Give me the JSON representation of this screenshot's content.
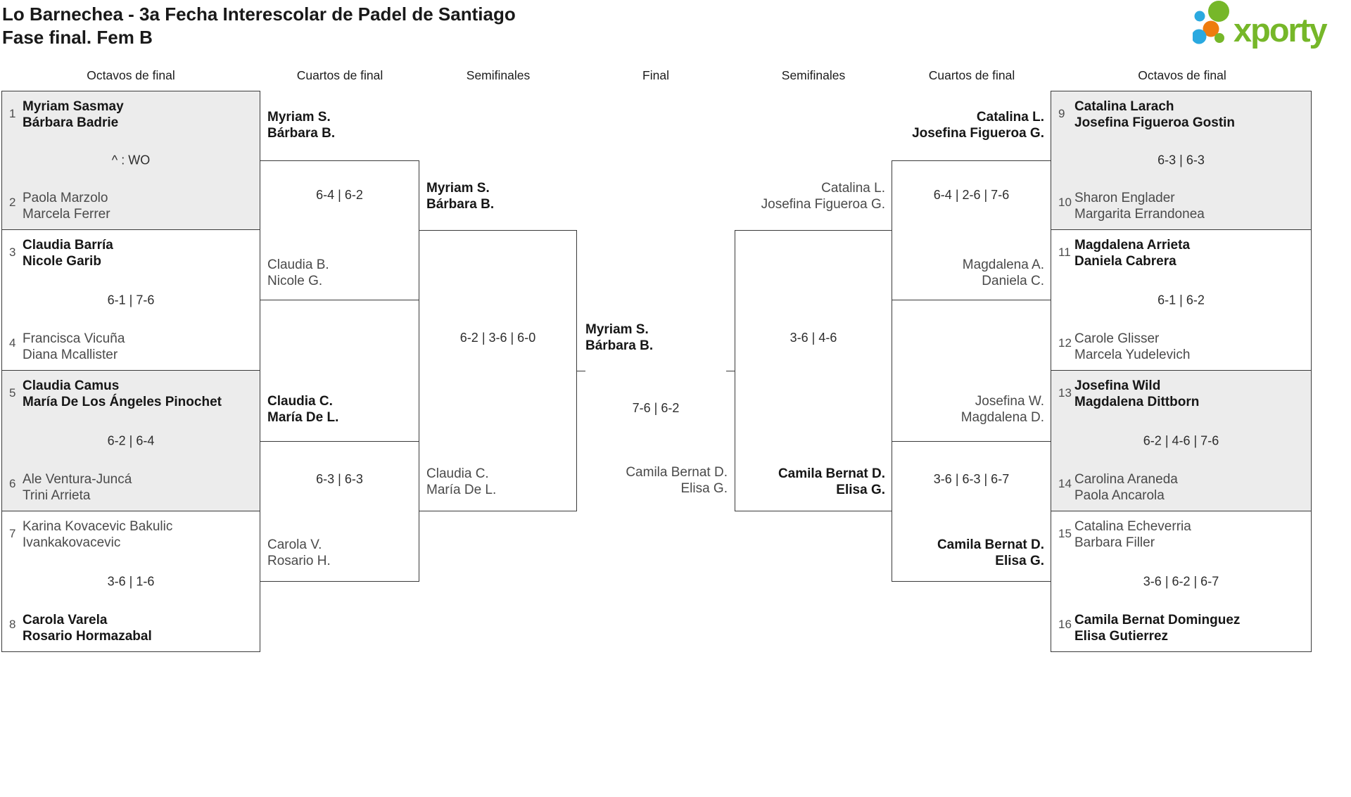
{
  "page": {
    "title_line1": "Lo Barnechea - 3a Fecha Interescolar de Padel de Santiago",
    "title_line2": "Fase final. Fem B"
  },
  "logo": {
    "text": "xporty",
    "green": "#76b729",
    "blue": "#2aa9e0",
    "orange": "#ee7c0e"
  },
  "round_headers": [
    "Octavos de final",
    "Cuartos de final",
    "Semifinales",
    "Final",
    "Semifinales",
    "Cuartos de final",
    "Octavos de final"
  ],
  "octavos_left": [
    {
      "top": {
        "seed": "1",
        "line1": "Myriam Sasmay",
        "line2": "Bárbara Badrie"
      },
      "score": "^ : WO",
      "bottom": {
        "seed": "2",
        "line1": "Paola Marzolo",
        "line2": "Marcela Ferrer"
      }
    },
    {
      "top": {
        "seed": "3",
        "line1": "Claudia Barría",
        "line2": "Nicole Garib"
      },
      "score": "6-1 | 7-6",
      "bottom": {
        "seed": "4",
        "line1": "Francisca Vicuña",
        "line2": "Diana Mcallister"
      }
    },
    {
      "top": {
        "seed": "5",
        "line1": "Claudia Camus",
        "line2": "María De Los Ángeles Pinochet"
      },
      "score": "6-2 | 6-4",
      "bottom": {
        "seed": "6",
        "line1": "Ale Ventura-Juncá",
        "line2": "Trini Arrieta"
      }
    },
    {
      "top": {
        "seed": "7",
        "line1": "Karina Kovacevic Bakulic",
        "line2": "Ivankakovacevic"
      },
      "score": "3-6 | 1-6",
      "bottom": {
        "seed": "8",
        "line1": "Carola Varela",
        "line2": "Rosario Hormazabal"
      }
    }
  ],
  "octavos_right": [
    {
      "top": {
        "seed": "9",
        "line1": "Catalina Larach",
        "line2": "Josefina Figueroa Gostin"
      },
      "score": "6-3 | 6-3",
      "bottom": {
        "seed": "10",
        "line1": "Sharon Englader",
        "line2": "Margarita Errandonea"
      }
    },
    {
      "top": {
        "seed": "11",
        "line1": "Magdalena Arrieta",
        "line2": "Daniela Cabrera"
      },
      "score": "6-1 | 6-2",
      "bottom": {
        "seed": "12",
        "line1": "Carole Glisser",
        "line2": "Marcela Yudelevich"
      }
    },
    {
      "top": {
        "seed": "13",
        "line1": "Josefina Wild",
        "line2": "Magdalena Dittborn"
      },
      "score": "6-2 | 4-6 | 7-6",
      "bottom": {
        "seed": "14",
        "line1": "Carolina Araneda",
        "line2": "Paola Ancarola"
      }
    },
    {
      "top": {
        "seed": "15",
        "line1": "Catalina Echeverria",
        "line2": "Barbara Filler"
      },
      "score": "3-6 | 6-2 | 6-7",
      "bottom": {
        "seed": "16",
        "line1": "Camila Bernat Dominguez",
        "line2": "Elisa Gutierrez"
      }
    }
  ],
  "cuartos_left": [
    {
      "top": {
        "line1": "Myriam S.",
        "line2": "Bárbara B."
      },
      "score": "6-4 | 6-2",
      "bottom": {
        "line1": "Claudia B.",
        "line2": "Nicole G."
      }
    },
    {
      "top": {
        "line1": "Claudia C.",
        "line2": "María De L."
      },
      "score": "6-3 | 6-3",
      "bottom": {
        "line1": "Carola V.",
        "line2": "Rosario H."
      }
    }
  ],
  "cuartos_right": [
    {
      "top": {
        "line1": "Catalina L.",
        "line2": "Josefina Figueroa G."
      },
      "score": "6-4 | 2-6 | 7-6",
      "bottom": {
        "line1": "Magdalena A.",
        "line2": "Daniela C."
      }
    },
    {
      "top": {
        "line1": "Josefina W.",
        "line2": "Magdalena D."
      },
      "score": "3-6 | 6-3 | 6-7",
      "bottom": {
        "line1": "Camila Bernat D.",
        "line2": "Elisa G."
      }
    }
  ],
  "semifinal_left": {
    "top": {
      "line1": "Myriam S.",
      "line2": "Bárbara B."
    },
    "score": "6-2 | 3-6 | 6-0",
    "bottom": {
      "line1": "Claudia C.",
      "line2": "María De L."
    }
  },
  "semifinal_right": {
    "top": {
      "line1": "Catalina L.",
      "line2": "Josefina Figueroa G."
    },
    "score": "3-6 | 4-6",
    "bottom": {
      "line1": "Camila Bernat D.",
      "line2": "Elisa G."
    }
  },
  "final": {
    "top": {
      "line1": "Myriam S.",
      "line2": "Bárbara B."
    },
    "score": "7-6 | 6-2",
    "bottom": {
      "line1": "Camila Bernat D.",
      "line2": "Elisa G."
    }
  }
}
